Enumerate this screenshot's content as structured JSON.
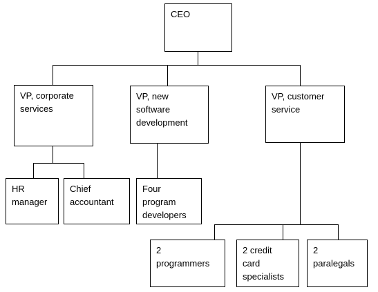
{
  "org_chart": {
    "ceo": "CEO",
    "vp_corporate_services": "VP, corporate\nservices",
    "vp_new_software": "VP, new\nsoftware\ndevelopment",
    "vp_customer_service": "VP, customer\nservice",
    "hr_manager": "HR\nmanager",
    "chief_accountant": "Chief\naccountant",
    "program_developers": "Four\nprogram\ndevelopers",
    "programmers": "2\nprogrammers",
    "credit_card_specialists": "2 credit\ncard\nspecialists",
    "paralegals": "2\nparalegals"
  },
  "colors": {
    "line": "#000000",
    "box_border": "#000000",
    "background": "#ffffff"
  }
}
